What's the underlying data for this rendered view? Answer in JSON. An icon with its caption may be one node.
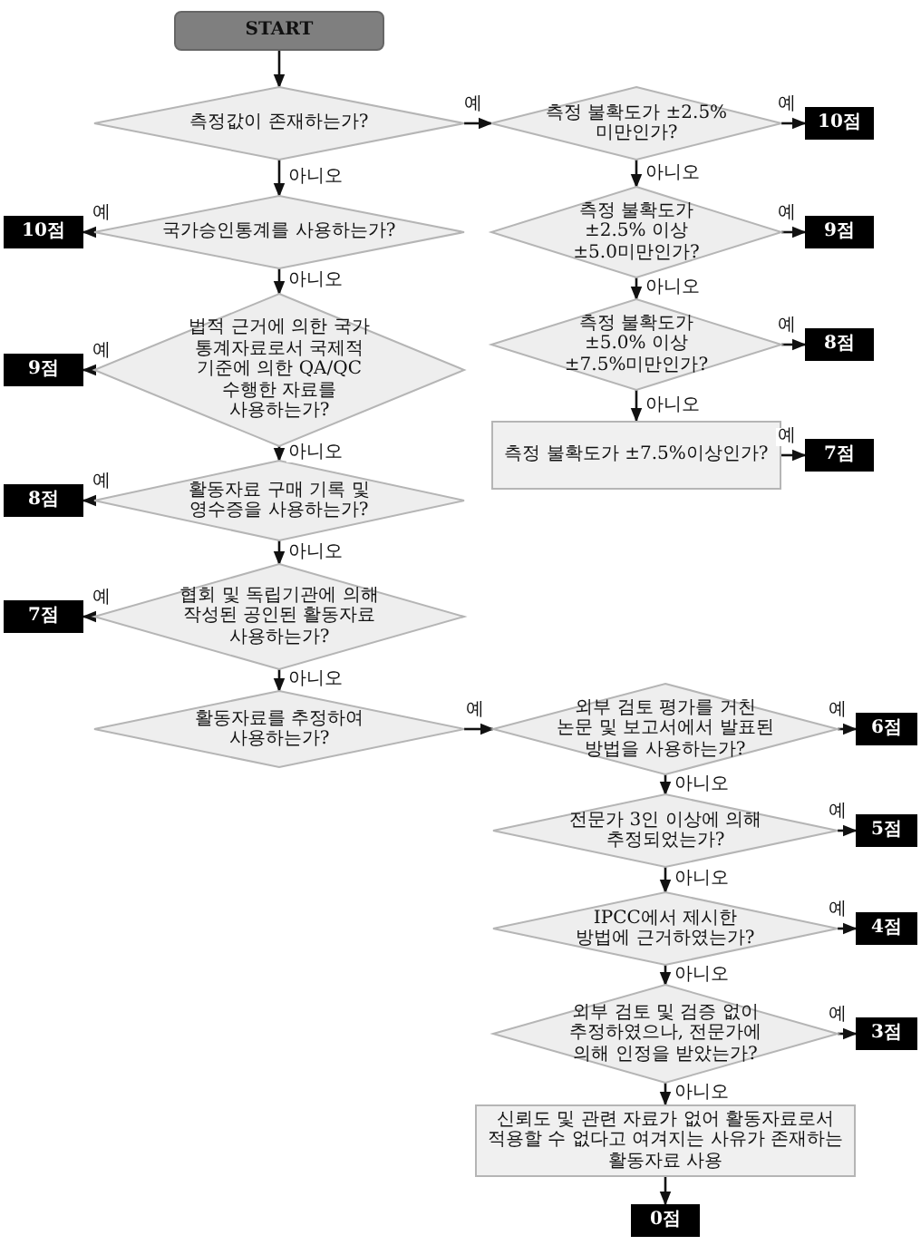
{
  "diagram": {
    "nodes": [
      {
        "text": [
          "START"
        ]
      },
      {
        "text": [
          "측정값이 존재하는가?"
        ]
      },
      {
        "text": [
          "10점"
        ]
      },
      {
        "text": [
          "국가승인통계를 사용하는가?"
        ]
      },
      {
        "text": [
          "9점"
        ]
      },
      {
        "text": [
          "법적 근거에 의한 국가 통계자료로서 국제적 기준에 의한 QA/QC 수행한 자료를 사용하는가?"
        ]
      },
      {
        "text": [
          "8점"
        ]
      },
      {
        "text": [
          "활동자료 구매 기록 및 영수증을 사용하는가?"
        ]
      },
      {
        "text": [
          "7점"
        ]
      },
      {
        "text": [
          "협회 및 독립기관에 의해 작성된 공인된 활동자료 사용하는가?"
        ]
      },
      {
        "text": [
          "활동자료를 추정하여 사용하는가?"
        ]
      },
      {
        "text": [
          "측정 불확도가 ±2.5% 미만인가?"
        ]
      },
      {
        "text": [
          "10점"
        ]
      },
      {
        "text": [
          "측정 불확도가 ±2.5% 이상 ±5.0미만인가?"
        ]
      },
      {
        "text": [
          "9점"
        ]
      },
      {
        "text": [
          "측정 불확도가 ±5.0% 이상 ±7.5%미만인가?"
        ]
      },
      {
        "text": [
          "8점"
        ]
      },
      {
        "text": [
          "측정 불확도가 ±7.5%이상인가?"
        ]
      },
      {
        "text": [
          "7점"
        ]
      },
      {
        "text": [
          "외부 검토 평가를 거친 논문 및 보고서에서 발표된 방법을 사용하는가?"
        ]
      },
      {
        "text": [
          "6점"
        ]
      },
      {
        "text": [
          "전문가 3인 이상에 의해 추정되었는가?"
        ]
      },
      {
        "text": [
          "5점"
        ]
      },
      {
        "text": [
          "IPCC에서 제시한 방법에 근거하였는가?"
        ]
      },
      {
        "text": [
          "4점"
        ]
      },
      {
        "text": [
          "외부 검토 및 검증 없이 추정하였으나, 전문가에 의해 인정을 받았는가?"
        ]
      },
      {
        "text": [
          "3점"
        ]
      },
      {
        "text": [
          "신뢰도 및 관련 자료가 없어 활동자료로서 적용할 수 없다고 여겨지는 사유가 존재하는 활동자료 사용"
        ]
      },
      {
        "text": [
          "0점"
        ]
      }
    ],
    "edges": [
      {
        "from": 0,
        "to": 1,
        "arrow": "to"
      },
      {
        "from": 1,
        "to": 3,
        "arrow": "to",
        "label": "아니오"
      },
      {
        "from": 1,
        "to": 11,
        "arrow": "to",
        "label": "예"
      },
      {
        "from": 3,
        "to": 2,
        "arrow": "to",
        "label": "예"
      },
      {
        "from": 3,
        "to": 5,
        "arrow": "to",
        "label": "아니오"
      },
      {
        "from": 5,
        "to": 4,
        "arrow": "to",
        "label": "예"
      },
      {
        "from": 5,
        "to": 7,
        "arrow": "to",
        "label": "아니오"
      },
      {
        "from": 7,
        "to": 6,
        "arrow": "to",
        "label": "예"
      },
      {
        "from": 7,
        "to": 9,
        "arrow": "to",
        "label": "아니오"
      },
      {
        "from": 9,
        "to": 8,
        "arrow": "to",
        "label": "예"
      },
      {
        "from": 9,
        "to": 10,
        "arrow": "to",
        "label": "아니오"
      },
      {
        "from": 10,
        "to": 19,
        "arrow": "to",
        "label": "예"
      },
      {
        "from": 11,
        "to": 12,
        "arrow": "to",
        "label": "예"
      },
      {
        "from": 11,
        "to": 13,
        "arrow": "to",
        "label": "아니오"
      },
      {
        "from": 13,
        "to": 14,
        "arrow": "to",
        "label": "예"
      },
      {
        "from": 13,
        "to": 15,
        "arrow": "to",
        "label": "아니오"
      },
      {
        "from": 15,
        "to": 16,
        "arrow": "to",
        "label": "예"
      },
      {
        "from": 15,
        "to": 17,
        "arrow": "to",
        "label": "아니오"
      },
      {
        "from": 17,
        "to": 18,
        "arrow": "to",
        "label": "예"
      },
      {
        "from": 19,
        "to": 20,
        "arrow": "to",
        "label": "예"
      },
      {
        "from": 19,
        "to": 21,
        "arrow": "to",
        "label": "아니오"
      },
      {
        "from": 21,
        "to": 22,
        "arrow": "to",
        "label": "예"
      },
      {
        "from": 21,
        "to": 23,
        "arrow": "to",
        "label": "아니오"
      },
      {
        "from": 23,
        "to": 24,
        "arrow": "to",
        "label": "예"
      },
      {
        "from": 23,
        "to": 25,
        "arrow": "to",
        "label": "아니오"
      },
      {
        "from": 25,
        "to": 26,
        "arrow": "to",
        "label": "예"
      },
      {
        "from": 25,
        "to": 27,
        "arrow": "to",
        "label": "아니오"
      },
      {
        "from": 27,
        "to": 28,
        "arrow": "to"
      }
    ]
  }
}
